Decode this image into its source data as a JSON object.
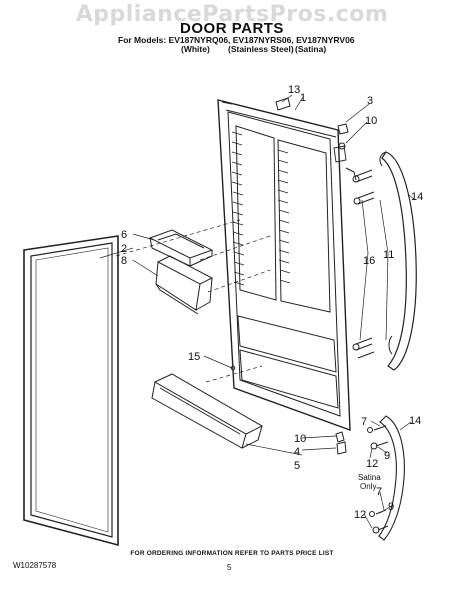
{
  "watermark": "AppliancePartsPros.com",
  "title": "DOOR PARTS",
  "models_line": "For Models: EV187NYRQ06, EV187NYRS06, EV187NYRV06",
  "variants": [
    "(White)",
    "(Stainless Steel)",
    "(Satina)"
  ],
  "callouts": [
    "13",
    "1",
    "3",
    "10",
    "14",
    "16",
    "11",
    "6",
    "2",
    "8",
    "15",
    "7",
    "14",
    "10",
    "4",
    "5",
    "9",
    "12",
    "7",
    "9",
    "12"
  ],
  "satina_label": [
    "Satina",
    "Only"
  ],
  "footer_note": "FOR ORDERING INFORMATION REFER TO PARTS PRICE LIST",
  "doc_number": "W10287578",
  "page_number": "5"
}
